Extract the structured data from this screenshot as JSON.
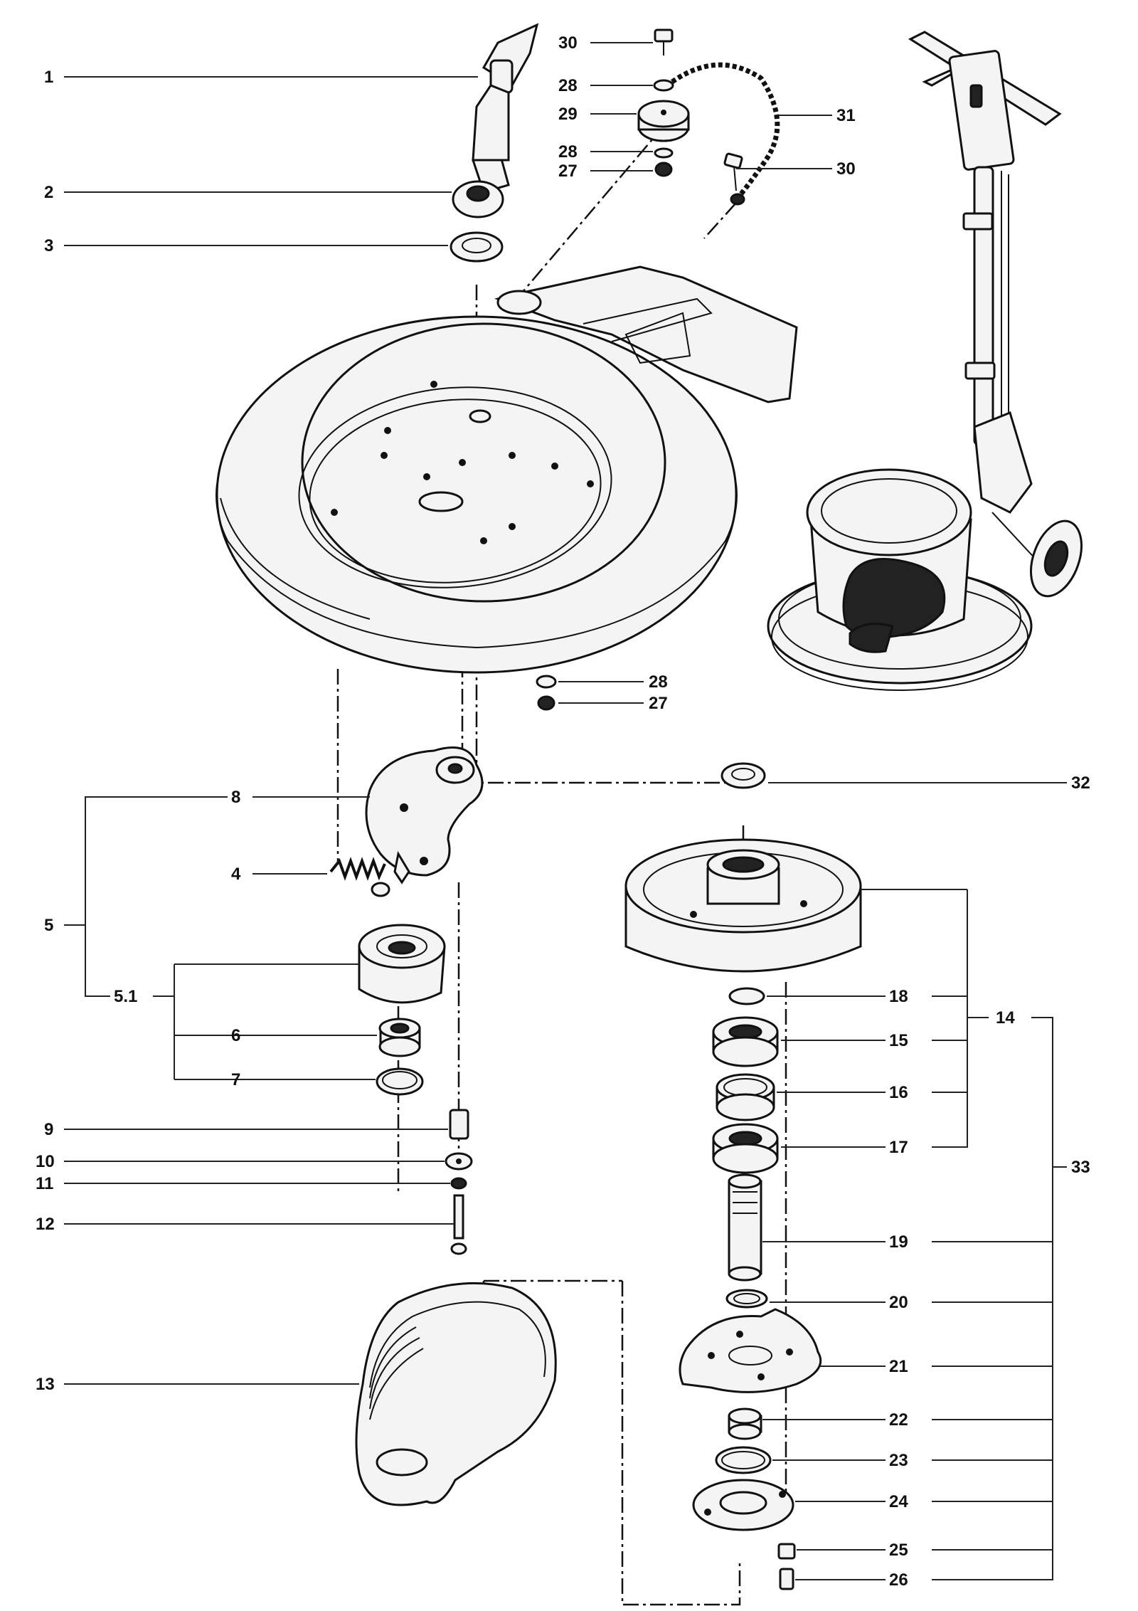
{
  "callouts": [
    {
      "id": "c1",
      "text": "1"
    },
    {
      "id": "c2",
      "text": "2"
    },
    {
      "id": "c3",
      "text": "3"
    },
    {
      "id": "c30a",
      "text": "30"
    },
    {
      "id": "c28a",
      "text": "28"
    },
    {
      "id": "c29",
      "text": "29"
    },
    {
      "id": "c28b",
      "text": "28"
    },
    {
      "id": "c27a",
      "text": "27"
    },
    {
      "id": "c31",
      "text": "31"
    },
    {
      "id": "c30b",
      "text": "30"
    },
    {
      "id": "c28c",
      "text": "28"
    },
    {
      "id": "c27b",
      "text": "27"
    },
    {
      "id": "c32",
      "text": "32"
    },
    {
      "id": "c8",
      "text": "8"
    },
    {
      "id": "c4",
      "text": "4"
    },
    {
      "id": "c5",
      "text": "5"
    },
    {
      "id": "c51",
      "text": "5.1"
    },
    {
      "id": "c6",
      "text": "6"
    },
    {
      "id": "c7",
      "text": "7"
    },
    {
      "id": "c9",
      "text": "9"
    },
    {
      "id": "c10",
      "text": "10"
    },
    {
      "id": "c11",
      "text": "11"
    },
    {
      "id": "c12",
      "text": "12"
    },
    {
      "id": "c13",
      "text": "13"
    },
    {
      "id": "c14",
      "text": "14"
    },
    {
      "id": "c18",
      "text": "18"
    },
    {
      "id": "c15",
      "text": "15"
    },
    {
      "id": "c16",
      "text": "16"
    },
    {
      "id": "c17",
      "text": "17"
    },
    {
      "id": "c33",
      "text": "33"
    },
    {
      "id": "c19",
      "text": "19"
    },
    {
      "id": "c20",
      "text": "20"
    },
    {
      "id": "c21",
      "text": "21"
    },
    {
      "id": "c22",
      "text": "22"
    },
    {
      "id": "c23",
      "text": "23"
    },
    {
      "id": "c24",
      "text": "24"
    },
    {
      "id": "c25",
      "text": "25"
    },
    {
      "id": "c26",
      "text": "26"
    }
  ]
}
